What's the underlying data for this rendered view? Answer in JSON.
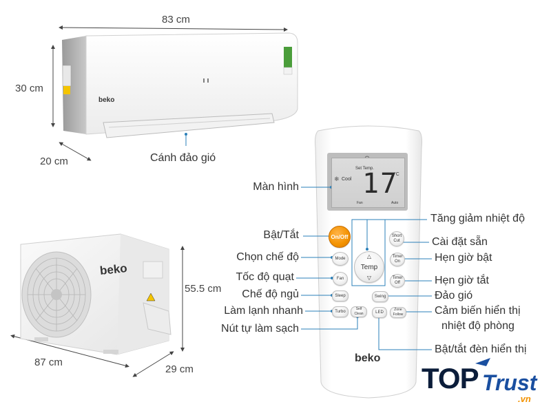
{
  "dimensions": {
    "indoor_width": "83 cm",
    "indoor_height": "30 cm",
    "indoor_depth": "20 cm",
    "outdoor_height": "55.5 cm",
    "outdoor_width": "87 cm",
    "outdoor_depth": "29 cm"
  },
  "indoor_unit": {
    "brand": "beko",
    "louver_label": "Cánh đảo gió"
  },
  "outdoor_unit": {
    "brand": "beko"
  },
  "remote": {
    "brand": "beko",
    "lcd": {
      "set_temp_label": "Set Temp.",
      "mode_label": "Cool",
      "temperature": "17",
      "unit": "°C",
      "bottom_left": "Fan",
      "bottom_right": "Auto"
    },
    "buttons": {
      "on_off": "On/Off",
      "short_cut": "Short Cut",
      "mode": "Mode",
      "temp": "Temp",
      "timer_on": "Timer On",
      "fan": "Fan",
      "timer_off": "Timer Off",
      "sleep": "Sleep",
      "swing": "Swing",
      "turbo": "Turbo",
      "self_clean": "Self Clean",
      "led": "LED",
      "zone_follow": "Zone Follow"
    }
  },
  "callouts": {
    "screen": "Màn hình",
    "on_off": "Bật/Tắt",
    "mode": "Chọn chế độ",
    "fan_speed": "Tốc độ quạt",
    "sleep": "Chế độ ngủ",
    "turbo": "Làm lạnh nhanh",
    "self_clean": "Nút tự làm sạch",
    "temp": "Tăng giảm nhiệt độ",
    "preset": "Cài đặt sẵn",
    "timer_on": "Hẹn giờ bật",
    "timer_off": "Hẹn giờ tắt",
    "swing": "Đảo gió",
    "zone_follow_1": "Cảm biến hiển thị",
    "zone_follow_2": "nhiệt độ phòng",
    "led": "Bật/tắt đèn hiển thị"
  },
  "logo": {
    "top": "TOP",
    "trust": "Trust",
    "vn": ".vn"
  },
  "colors": {
    "onoff_button": "#f39200",
    "logo_dark": "#0b1d3a",
    "logo_blue": "#1a4fa0",
    "leader_line": "#2a7fb8"
  }
}
